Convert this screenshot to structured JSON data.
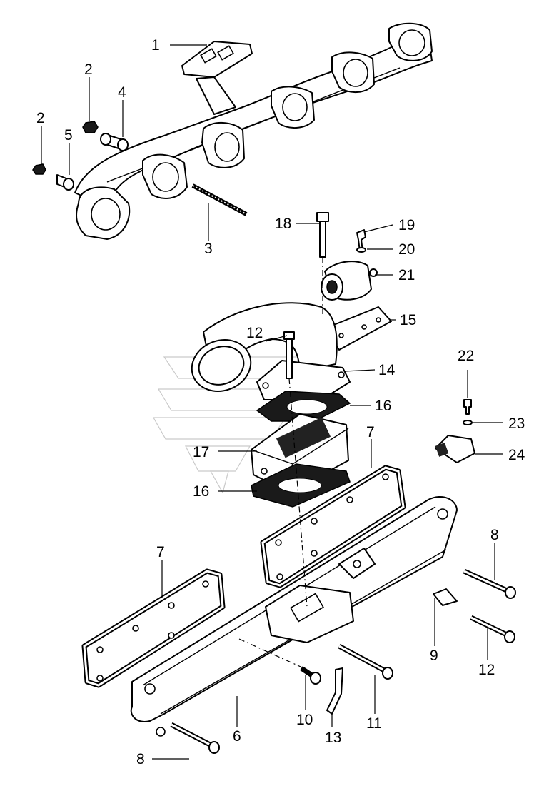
{
  "callouts": [
    {
      "key": "c1",
      "text": "1"
    },
    {
      "key": "c2a",
      "text": "2"
    },
    {
      "key": "c2b",
      "text": "2"
    },
    {
      "key": "c3",
      "text": "3"
    },
    {
      "key": "c4",
      "text": "4"
    },
    {
      "key": "c5",
      "text": "5"
    },
    {
      "key": "c6",
      "text": "6"
    },
    {
      "key": "c7a",
      "text": "7"
    },
    {
      "key": "c7b",
      "text": "7"
    },
    {
      "key": "c8a",
      "text": "8"
    },
    {
      "key": "c8b",
      "text": "8"
    },
    {
      "key": "c9",
      "text": "9"
    },
    {
      "key": "c10",
      "text": "10"
    },
    {
      "key": "c11",
      "text": "11"
    },
    {
      "key": "c12a",
      "text": "12"
    },
    {
      "key": "c12b",
      "text": "12"
    },
    {
      "key": "c13",
      "text": "13"
    },
    {
      "key": "c14",
      "text": "14"
    },
    {
      "key": "c15",
      "text": "15"
    },
    {
      "key": "c16a",
      "text": "16"
    },
    {
      "key": "c16b",
      "text": "16"
    },
    {
      "key": "c17",
      "text": "17"
    },
    {
      "key": "c18",
      "text": "18"
    },
    {
      "key": "c19",
      "text": "19"
    },
    {
      "key": "c20",
      "text": "20"
    },
    {
      "key": "c21",
      "text": "21"
    },
    {
      "key": "c22",
      "text": "22"
    },
    {
      "key": "c23",
      "text": "23"
    },
    {
      "key": "c24",
      "text": "24"
    }
  ]
}
